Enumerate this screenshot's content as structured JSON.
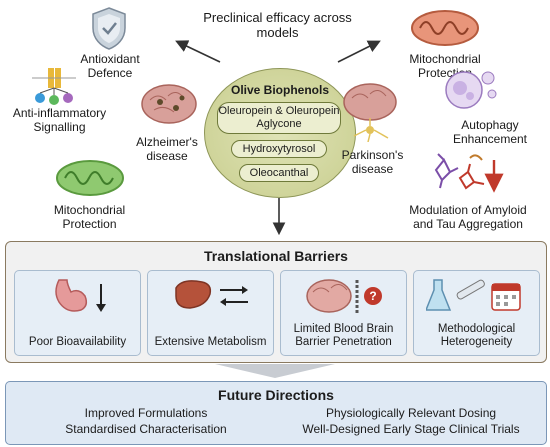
{
  "top_title": "Preclinical efficacy across models",
  "center": {
    "title": "Olive Biophenols",
    "compounds": [
      "Oleuropein & Oleuropein Aglycone",
      "Hydroxytyrosol",
      "Oleocanthal"
    ]
  },
  "left_effects": {
    "antioxidant": "Antioxidant Defence",
    "anti_inflammatory": "Anti-inflammatory Signalling",
    "mito": "Mitochondrial Protection",
    "disease": "Alzheimer's disease"
  },
  "right_effects": {
    "mito": "Mitochondrial Protection",
    "autophagy": "Autophagy Enhancement",
    "amyloid": "Modulation of Amyloid and Tau Aggregation",
    "disease": "Parkinson's disease"
  },
  "barriers": {
    "title": "Translational Barriers",
    "items": [
      {
        "label": "Poor Bioavailability"
      },
      {
        "label": "Extensive Metabolism"
      },
      {
        "label": "Limited Blood Brain Barrier Penetration"
      },
      {
        "label": "Methodological Heterogeneity"
      }
    ]
  },
  "future": {
    "title": "Future Directions",
    "items": [
      "Improved Formulations",
      "Physiologically Relevant Dosing",
      "Standardised Characterisation",
      "Well-Designed Early Stage Clinical Trials"
    ]
  },
  "colors": {
    "accent_green": "#cfd49a",
    "barrier_card": "#e6eef6",
    "future_box": "#dfe9f4",
    "arrow_red": "#c0392b"
  }
}
